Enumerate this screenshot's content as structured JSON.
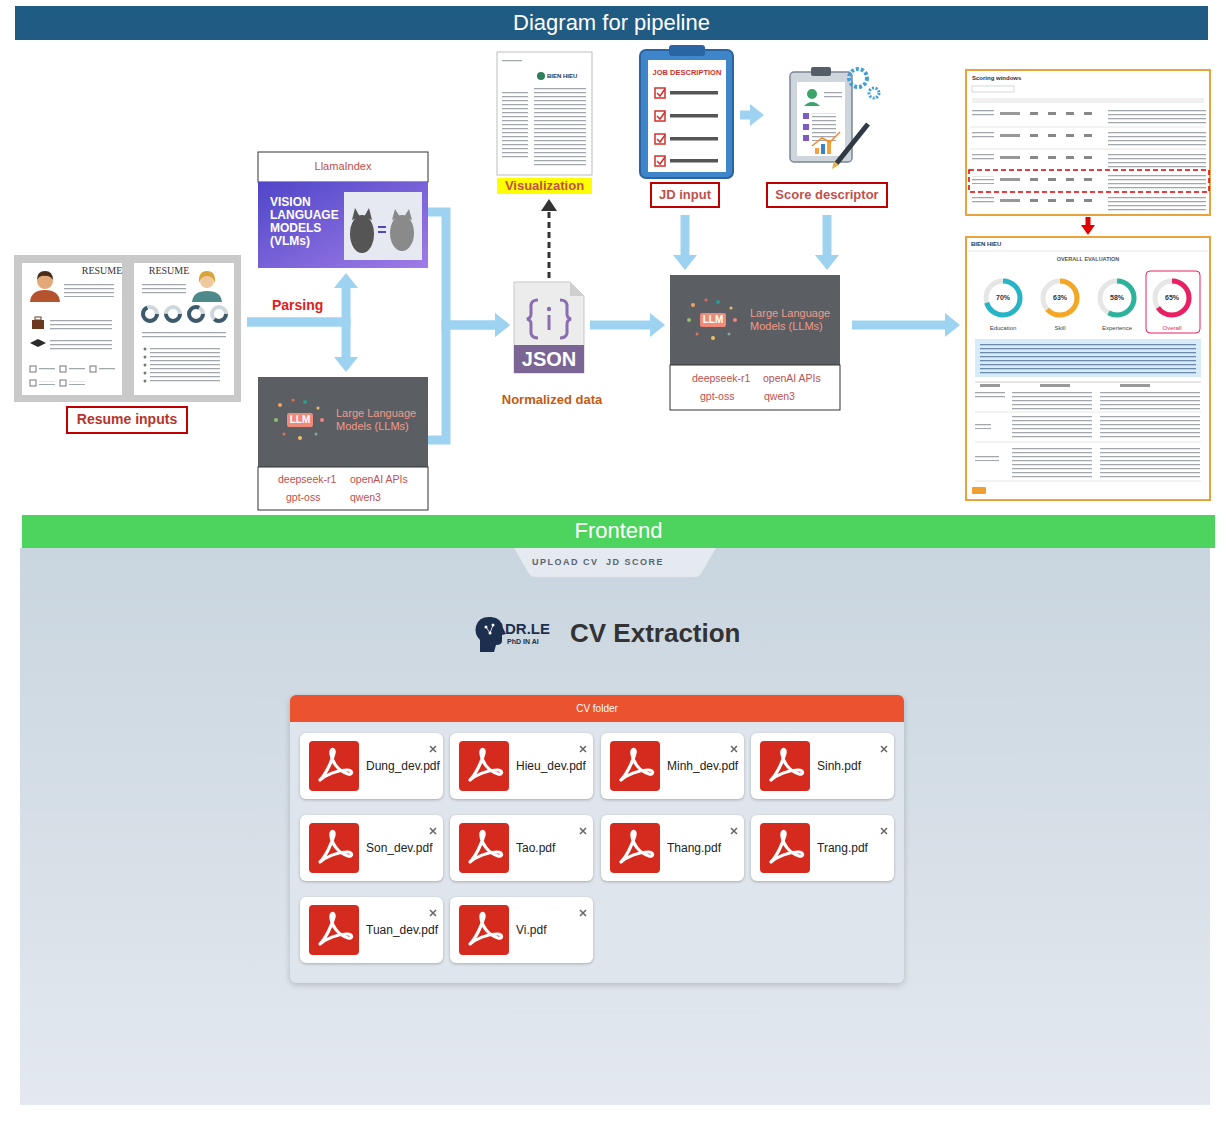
{
  "diagram": {
    "title": "Diagram for pipeline",
    "nodes": [
      {
        "text": [
          "RESUME",
          "RESUME"
        ]
      },
      {
        "text": [
          "Resume inputs"
        ]
      },
      {
        "text": [
          "LlamaIndex",
          "VISION LANGUAGE MODELS (VLMs)"
        ]
      },
      {
        "text": [
          "LLM",
          "Large Language Models (LLMs)",
          "deepseek-r1",
          "openAI APIs",
          "gpt-oss",
          "qwen3"
        ]
      },
      {
        "text": [
          "BIEN HIEU",
          "Visualization"
        ]
      },
      {
        "text": [
          "JSON"
        ]
      },
      {
        "text": [
          "JOB DESCRIPTION",
          "JD input"
        ]
      },
      {
        "text": [
          "Score descriptor"
        ]
      },
      {
        "text": [
          "LLM",
          "Large Language Models (LLMs)",
          "deepseek-r1",
          "openAI APIs",
          "gpt-oss",
          "qwen3"
        ]
      },
      {
        "text": [
          "Scoring windows"
        ]
      },
      {
        "text": [
          "BIEN HIEU",
          "OVERALL EVALUATION",
          "70%",
          "Education",
          "63%",
          "Skill",
          "58%",
          "Experience",
          "65%",
          "Overall"
        ]
      },
      {
        "text": [
          "Frontend"
        ]
      },
      {
        "text": [
          "DR.LE",
          "PhD IN AI",
          "CV Extraction"
        ]
      },
      {
        "text": [
          "UPLOAD CV",
          "JD SCORE"
        ],
        "in": 12
      },
      {
        "text": [
          "CV folder"
        ],
        "in": 12
      },
      {
        "text": [
          "Dung_dev.pdf"
        ],
        "in": 14
      },
      {
        "text": [
          "Hieu_dev.pdf"
        ],
        "in": 14
      },
      {
        "text": [
          "Minh_dev.pdf"
        ],
        "in": 14
      },
      {
        "text": [
          "Sinh.pdf"
        ],
        "in": 14
      },
      {
        "text": [
          "Son_dev.pdf"
        ],
        "in": 14
      },
      {
        "text": [
          "Tao.pdf"
        ],
        "in": 14
      },
      {
        "text": [
          "Thang.pdf"
        ],
        "in": 14
      },
      {
        "text": [
          "Trang.pdf"
        ],
        "in": 14
      },
      {
        "text": [
          "Tuan_dev.pdf"
        ],
        "in": 14
      },
      {
        "text": [
          "Vi.pdf"
        ],
        "in": 14
      }
    ],
    "edges": [
      {
        "from": 0,
        "to": 2,
        "arrow": "to",
        "label": "Parsing"
      },
      {
        "from": 0,
        "to": 3,
        "arrow": "to"
      },
      {
        "from": 2,
        "to": 5,
        "arrow": "to"
      },
      {
        "from": 3,
        "to": 5,
        "arrow": "to"
      },
      {
        "from": 5,
        "to": 4,
        "arrow": "to"
      },
      {
        "from": 5,
        "to": 8,
        "arrow": "to"
      },
      {
        "from": 6,
        "to": 7,
        "arrow": "to"
      },
      {
        "from": 6,
        "to": 8,
        "arrow": "to"
      },
      {
        "from": 7,
        "to": 8,
        "arrow": "to"
      },
      {
        "from": 8,
        "to": 10,
        "arrow": "to"
      },
      {
        "from": 9,
        "to": 10,
        "arrow": "to"
      }
    ],
    "labels": [
      "Normalized data"
    ]
  }
}
